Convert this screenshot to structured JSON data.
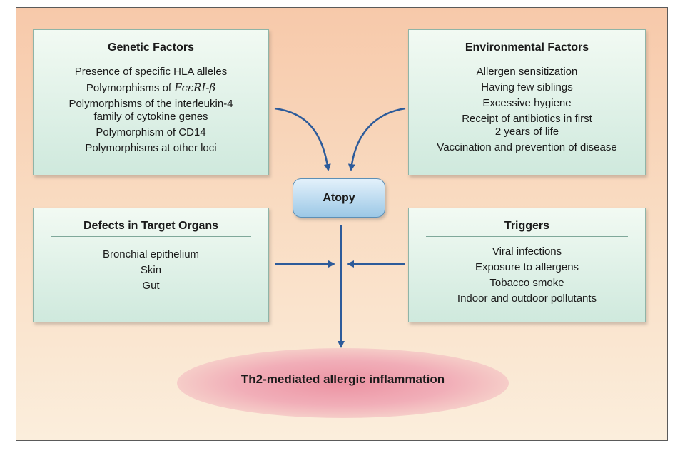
{
  "genetic": {
    "title": "Genetic Factors",
    "items": [
      "Presence of specific HLA alleles",
      "Polymorphisms of ",
      "Polymorphisms of the interleukin-4",
      "family of cytokine genes",
      "Polymorphism of CD14",
      "Polymorphisms at other loci"
    ],
    "fc_receptor": "FcεRI-β"
  },
  "environmental": {
    "title": "Environmental Factors",
    "items": [
      "Allergen sensitization",
      "Having few siblings",
      "Excessive hygiene",
      "Receipt of antibiotics in first",
      "2 years of life",
      "Vaccination and prevention of disease"
    ]
  },
  "defects": {
    "title": "Defects in Target Organs",
    "items": [
      "Bronchial epithelium",
      "Skin",
      "Gut"
    ]
  },
  "triggers": {
    "title": "Triggers",
    "items": [
      "Viral infections",
      "Exposure to allergens",
      "Tobacco smoke",
      "Indoor and outdoor pollutants"
    ]
  },
  "center": {
    "label": "Atopy"
  },
  "outcome": {
    "label": "Th2-mediated allergic inflammation"
  },
  "colors": {
    "arrow": "#2d5b9a",
    "box_border": "#8fb4a7",
    "atopy_fill": "#9cc8e6",
    "outcome_fill": "#ec93a3"
  }
}
